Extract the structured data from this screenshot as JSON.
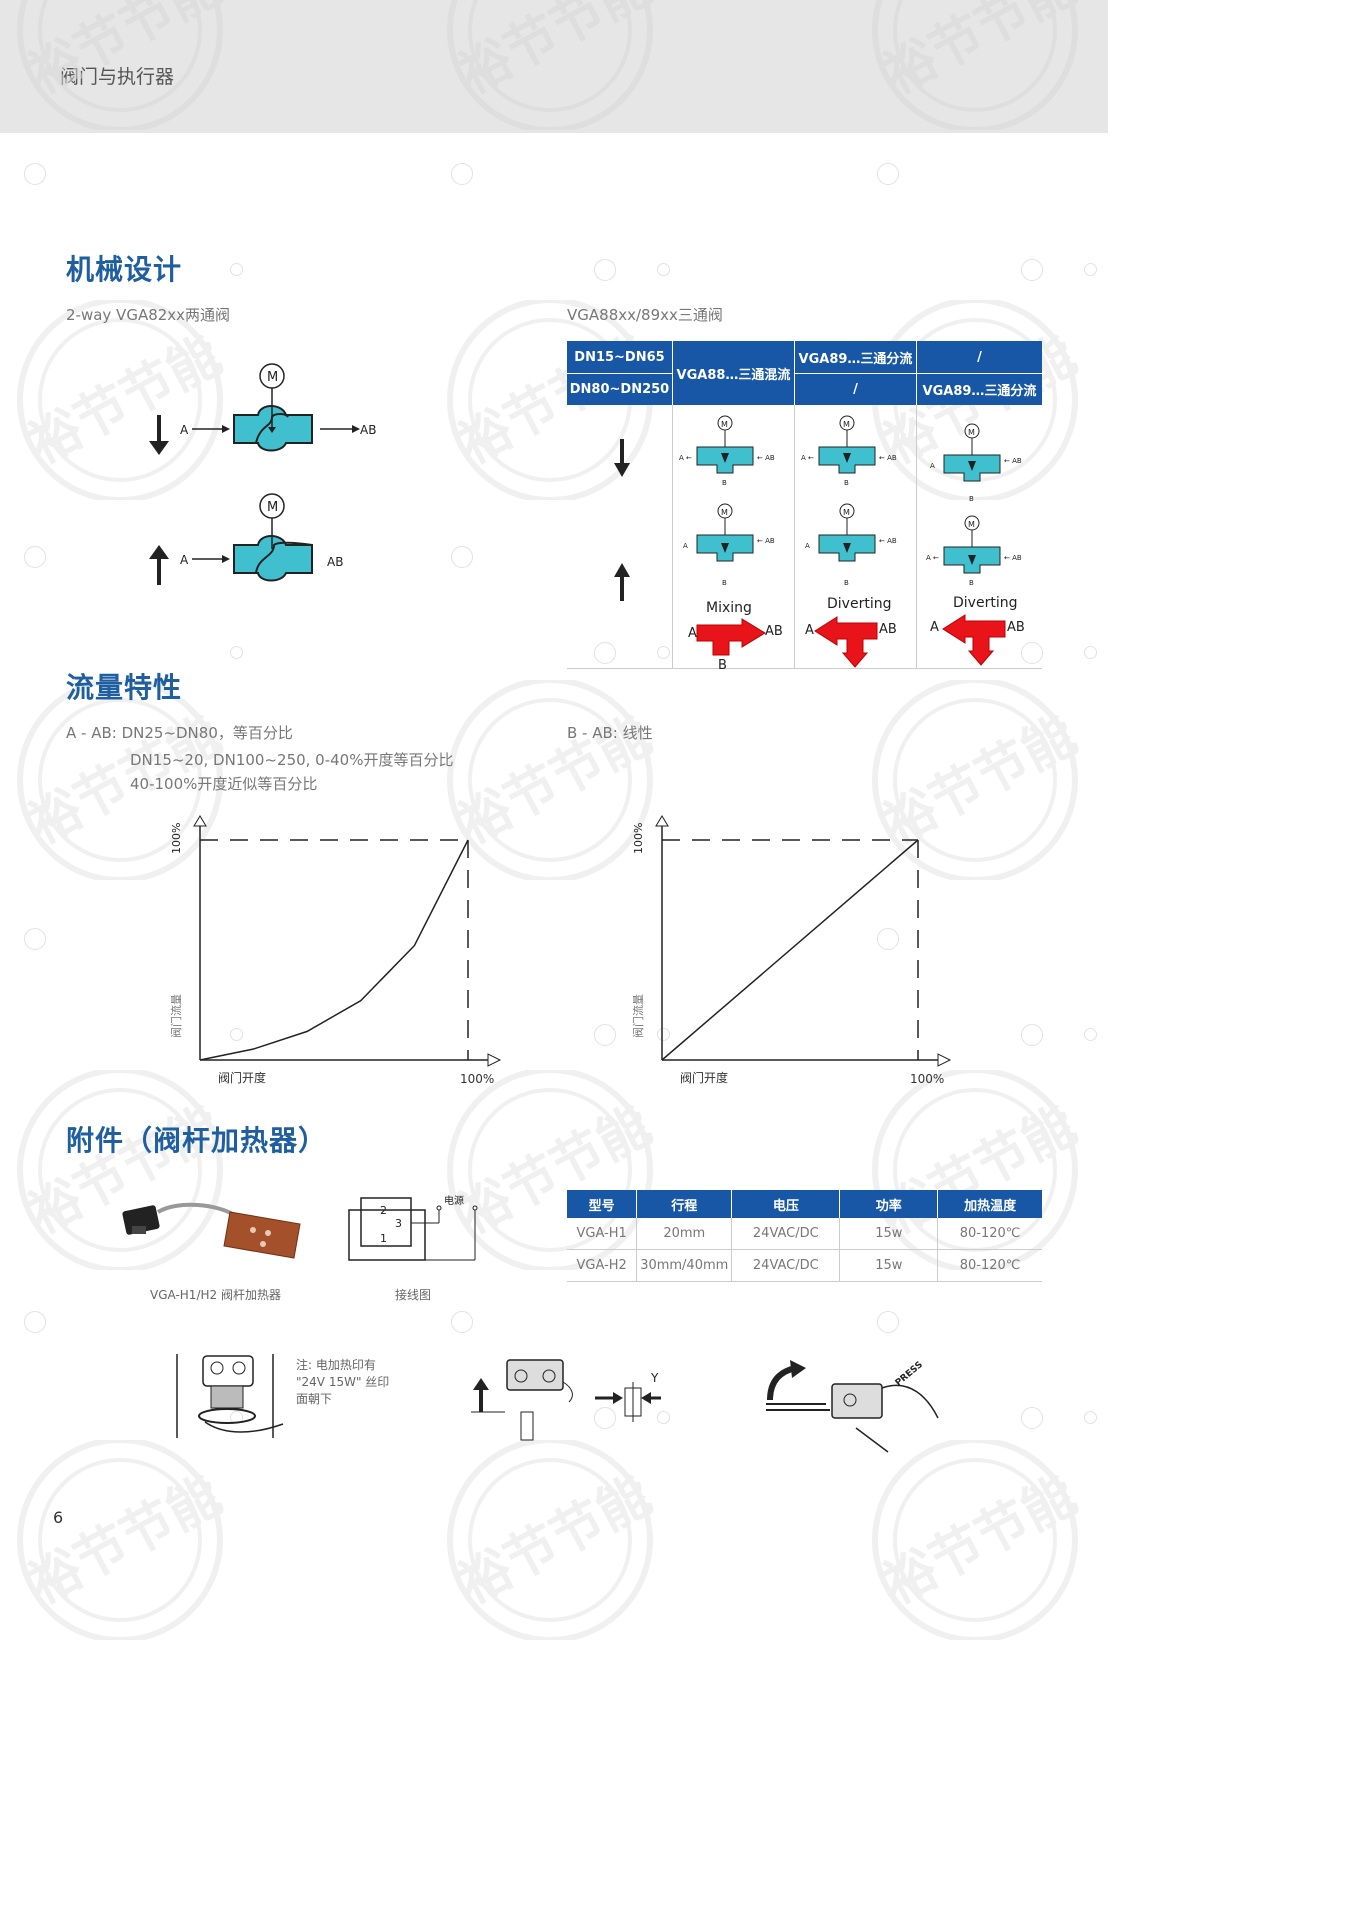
{
  "header": {
    "title": "阀门与执行器"
  },
  "watermark": {
    "text": "裕节节能"
  },
  "section_mechanical": {
    "title": "机械设计",
    "two_way_subtitle": "2-way VGA82xx两通阀",
    "three_way_subtitle": "VGA88xx/89xx三通阀",
    "two_way_labels": {
      "motor": "M",
      "port_a": "A",
      "port_ab": "AB"
    },
    "table": {
      "row1_size": "DN15~DN65",
      "row2_size": "DN80~DN250",
      "col_mixing": "VGA88…三通混流",
      "col_div_top": "VGA89…三通分流",
      "col_div_bottom": "/",
      "col_last_top": "/",
      "col_last_bottom": "VGA89…三通分流",
      "flow_labels": [
        "Mixing",
        "Diverting",
        "Diverting"
      ],
      "port_labels": {
        "a": "A",
        "ab": "AB",
        "b": "B",
        "m": "M"
      }
    }
  },
  "section_flow": {
    "title": "流量特性",
    "left_line1": "A - AB: DN25~DN80，等百分比",
    "left_line2": "DN15~20, DN100~250, 0-40%开度等百分比",
    "left_line3": "40-100%开度近似等百分比",
    "right_line1": "B - AB: 线性",
    "axis_y_top": "100%",
    "axis_y_label": "阀门流量",
    "axis_x_label": "阀门开度",
    "axis_x_end": "100%"
  },
  "chart_data": [
    {
      "type": "line",
      "title": "",
      "xlabel": "阀门开度",
      "ylabel": "阀门流量",
      "x": [
        0,
        20,
        40,
        60,
        80,
        100
      ],
      "y": [
        0,
        5,
        13,
        27,
        52,
        100
      ],
      "xlim": [
        0,
        100
      ],
      "ylim": [
        0,
        100
      ]
    },
    {
      "type": "line",
      "title": "",
      "xlabel": "阀门开度",
      "ylabel": "阀门流量",
      "x": [
        0,
        100
      ],
      "y": [
        0,
        100
      ],
      "xlim": [
        0,
        100
      ],
      "ylim": [
        0,
        100
      ]
    }
  ],
  "section_accessory": {
    "title": "附件（阀杆加热器）",
    "heater_caption": "VGA-H1/H2 阀杆加热器",
    "wiring_caption": "接线图",
    "wiring_power": "电源",
    "wiring_pins": [
      "2",
      "3",
      "1"
    ],
    "table_headers": [
      "型号",
      "行程",
      "电压",
      "功率",
      "加热温度"
    ],
    "table_rows": [
      [
        "VGA-H1",
        "20mm",
        "24VAC/DC",
        "15w",
        "80-120℃"
      ],
      [
        "VGA-H2",
        "30mm/40mm",
        "24VAC/DC",
        "15w",
        "80-120℃"
      ]
    ],
    "note_line1": "注: 电加热印有",
    "note_line2": "\"24V 15W\" 丝印",
    "note_line3": "面朝下",
    "press_label": "PRESS"
  },
  "footer": {
    "page_number": "6"
  }
}
